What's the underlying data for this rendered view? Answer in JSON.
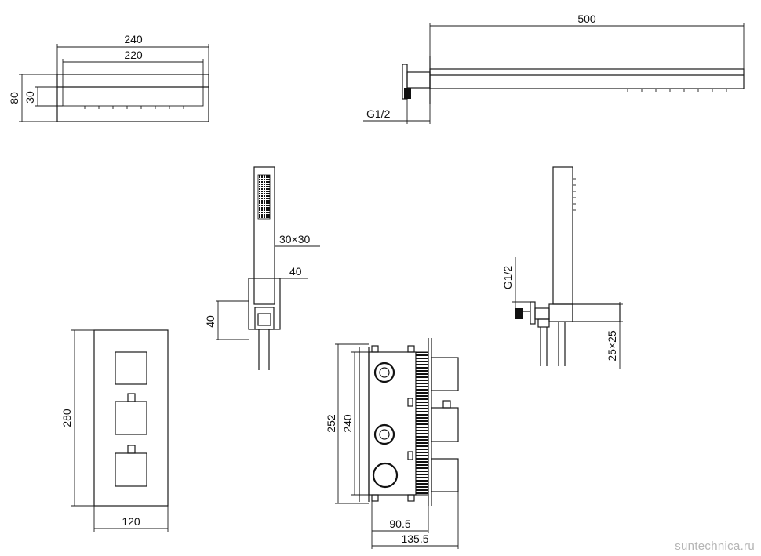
{
  "dimensions": {
    "rain_head_width_outer": "240",
    "rain_head_width_inner": "220",
    "rain_head_height_outer": "80",
    "rain_head_height_inner": "30",
    "shower_arm_length": "500",
    "shower_arm_thread": "G1/2",
    "hand_shower_section": "30×30",
    "holder_width": "40",
    "holder_height": "40",
    "wall_outlet_thread": "G1/2",
    "wall_outlet_section": "25×25",
    "faceplate_height": "280",
    "faceplate_width": "120",
    "valve_body_height_outer": "252",
    "valve_body_height_inner": "240",
    "valve_depth_inner": "90.5",
    "valve_depth_outer": "135.5"
  },
  "watermark": "suntechnica.ru"
}
